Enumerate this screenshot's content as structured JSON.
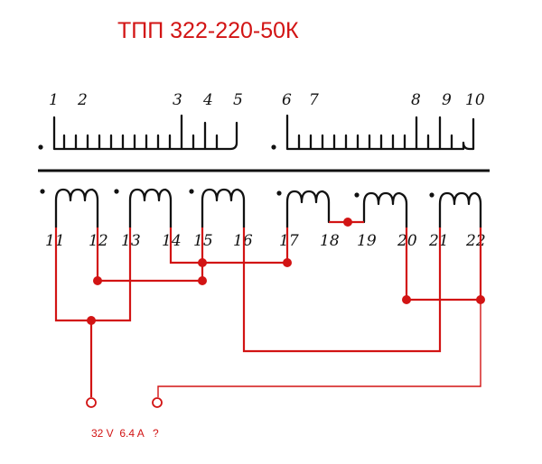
{
  "title": "ТПП 322-220-50К",
  "primary_pins": [
    "1",
    "2",
    "3",
    "4",
    "5",
    "6",
    "7",
    "8",
    "9",
    "10"
  ],
  "secondary_pins": [
    "11",
    "12",
    "13",
    "14",
    "15",
    "16",
    "17",
    "18",
    "19",
    "20",
    "21",
    "22"
  ],
  "output_note": "32 V  6.4 A   ?",
  "colors": {
    "wiring": "#d21414",
    "schematic": "#111111"
  }
}
